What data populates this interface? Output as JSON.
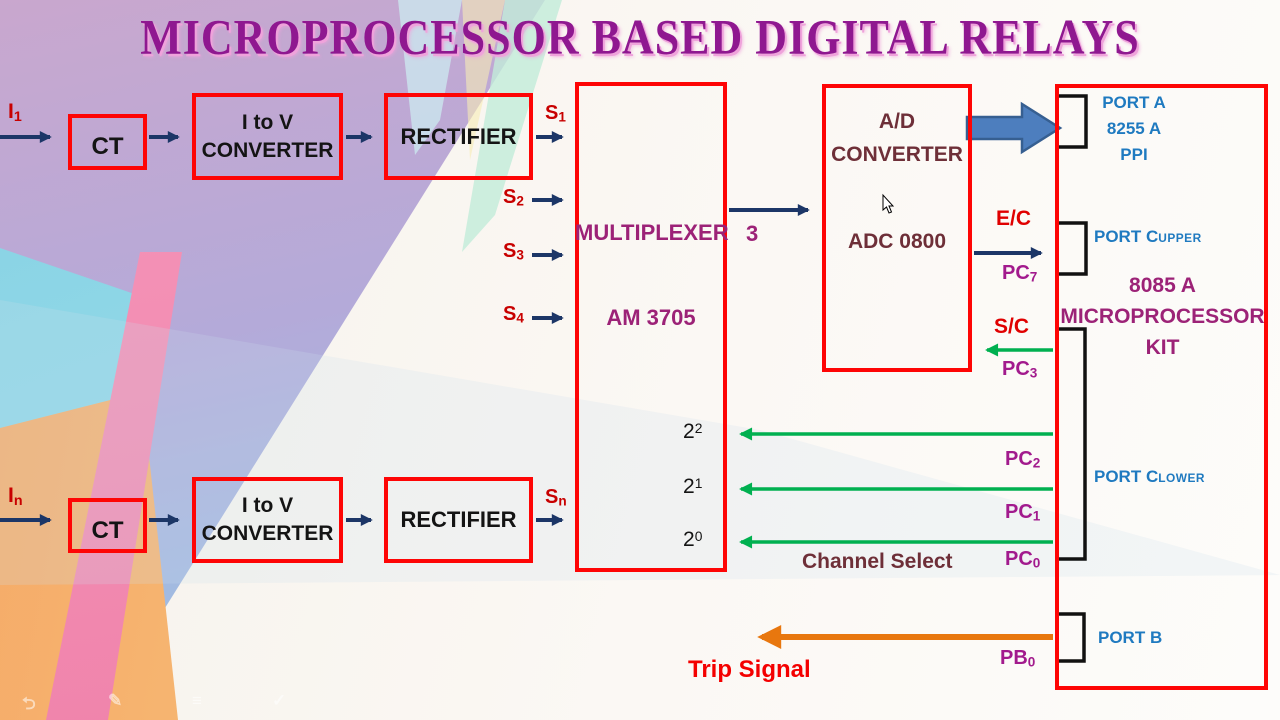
{
  "title": "MICROPROCESSOR BASED DIGITAL RELAYS",
  "colors": {
    "box_border": "#FE0505",
    "navy_arrow": "#1C3667",
    "green_arrow": "#00B050",
    "orange_arrow": "#E8770E",
    "block_arrow_fill": "#4D7EBE",
    "title": "#8F1890",
    "red_label": "#C80000",
    "magenta_label": "#A21A8D",
    "maroon_label": "#6E2F38",
    "blue_label": "#1F7AC0"
  },
  "top_chain": {
    "input": {
      "base": "I",
      "sub": "1"
    },
    "ct": "CT",
    "itov_line1": "I to V",
    "itov_line2": "CONVERTER",
    "rectifier": "RECTIFIER",
    "signal": {
      "base": "S",
      "sub": "1"
    }
  },
  "bottom_chain": {
    "input": {
      "base": "I",
      "sub": "n"
    },
    "ct": "CT",
    "itov_line1": "I to V",
    "itov_line2": "CONVERTER",
    "rectifier": "RECTIFIER",
    "signal": {
      "base": "S",
      "sub": "n"
    }
  },
  "mux": {
    "line1": "MULTIPLEXER",
    "line2": "AM 3705",
    "inputs": {
      "s2": {
        "base": "S",
        "sub": "2"
      },
      "s3": {
        "base": "S",
        "sub": "3"
      },
      "s4": {
        "base": "S",
        "sub": "4"
      }
    },
    "select_bits": {
      "b2": {
        "base": "2",
        "sup": "2"
      },
      "b1": {
        "base": "2",
        "sup": "1"
      },
      "b0": {
        "base": "2",
        "sup": "0"
      }
    }
  },
  "adc": {
    "line1": "A/D",
    "line2": "CONVERTER",
    "line3": "ADC 0800",
    "bus_width": "3"
  },
  "mpu": {
    "port_a": {
      "l1": "PORT A",
      "l2": "8255 A",
      "l3": "PPI"
    },
    "port_c_upper": {
      "main": "PORT C",
      "caps": "UPPER"
    },
    "kit_line1": "8085 A",
    "kit_line2": "MICROPROCESSOR",
    "kit_line3": "KIT",
    "port_c_lower": {
      "main": "PORT C",
      "caps": "LOWER"
    },
    "port_b": "PORT B"
  },
  "signals": {
    "ec": "E/C",
    "pc7": {
      "base": "PC",
      "sub": "7"
    },
    "sc": "S/C",
    "pc3": {
      "base": "PC",
      "sub": "3"
    },
    "pc2": {
      "base": "PC",
      "sub": "2"
    },
    "pc1": {
      "base": "PC",
      "sub": "1"
    },
    "pc0": {
      "base": "PC",
      "sub": "0"
    },
    "channel_select": "Channel Select",
    "pb0": {
      "base": "PB",
      "sub": "0"
    },
    "trip": "Trip Signal"
  },
  "watermark_icons": [
    "undo-icon",
    "pen-icon",
    "lines-icon",
    "check-icon"
  ],
  "watermark_glyphs": {
    "undo": "⮌",
    "pen": "✎",
    "lines": "≡",
    "check": "✓"
  }
}
